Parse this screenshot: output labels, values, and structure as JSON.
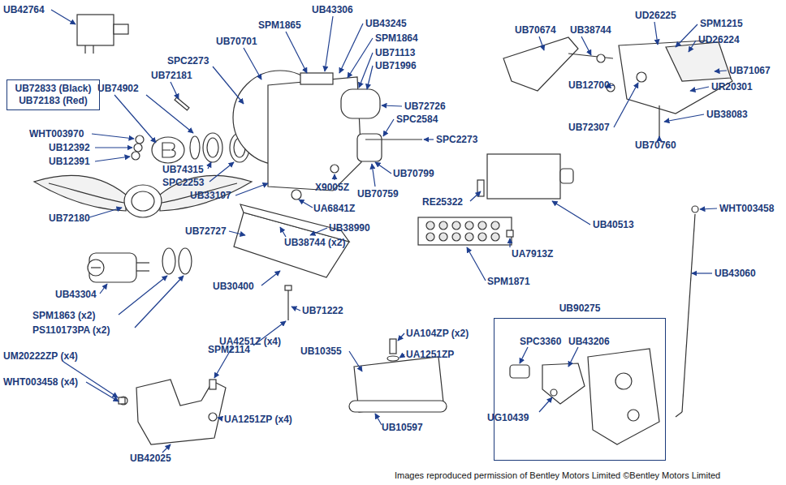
{
  "diagram": {
    "nodes": [
      {
        "text": [
          "UB72833 (Black)",
          "UB72183 (Red)"
        ]
      },
      {
        "text": [
          "UB90275"
        ]
      }
    ],
    "labels": [
      "UB42764",
      "UB43306",
      "UB43245",
      "SPM1864",
      "SPM1865",
      "UB70701",
      "UB71113",
      "UB71996",
      "SPC2273",
      "UB72181",
      "UB74902",
      "UB70674",
      "UB38744",
      "UD26225",
      "SPM1215",
      "UD26224",
      "UB71067",
      "UR20301",
      "UB12700",
      "UB72307",
      "UB38083",
      "UB70760",
      "UB72726",
      "SPC2584",
      "SPC2273",
      "WHT003970",
      "UB12392",
      "UB12391",
      "UB74315",
      "SPC2253",
      "UB33197",
      "X9005Z",
      "UB70799",
      "UB70759",
      "RE25322",
      "UB40513",
      "WHT003458",
      "UA6841Z",
      "UB72727",
      "UB38990",
      "UB38744 (x2)",
      "UB72180",
      "UA7913Z",
      "SPM1871",
      "UB43060",
      "UB43304",
      "SPM1863 (x2)",
      "PS110173PA (x2)",
      "UB30400",
      "UB71222",
      "SPM2114",
      "UA104ZP (x2)",
      "UA1251ZP",
      "UB10355",
      "UB10597",
      "SPC3360",
      "UB43206",
      "UG10439",
      "UM20222ZP (x4)",
      "UA4251Z (x4)",
      "WHT003458 (x4)",
      "UA1251ZP (x4)",
      "UB42025",
      "Images reproduced permission of Bentley Motors Limited ©Bentley Motors Limited"
    ]
  }
}
